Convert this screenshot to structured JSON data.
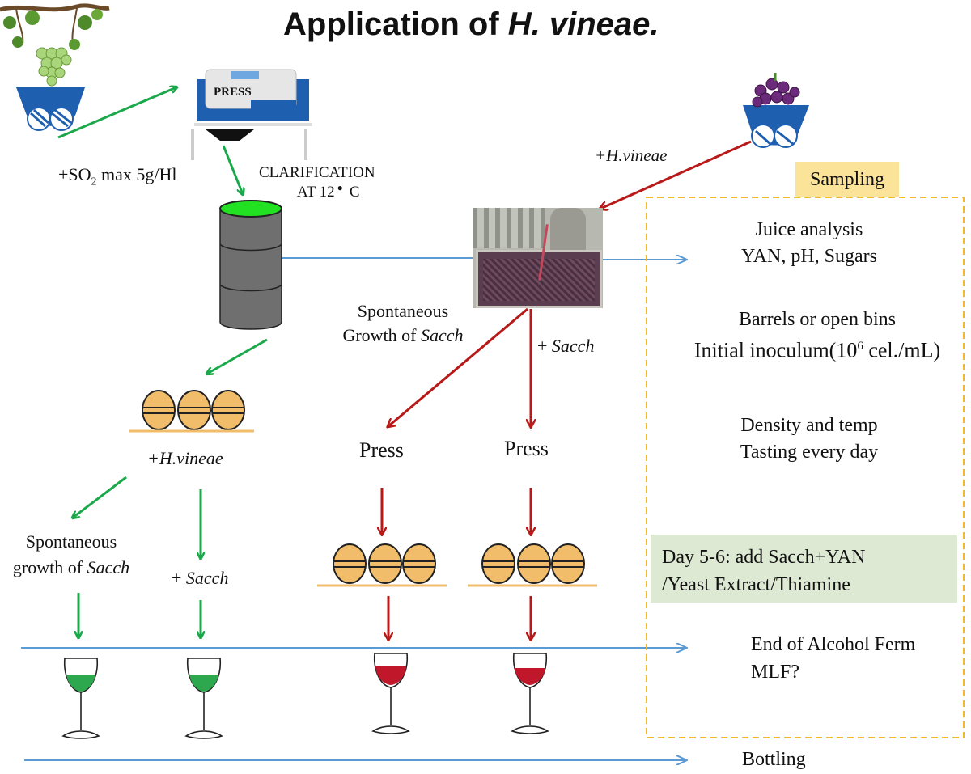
{
  "title": {
    "prefix": "Application of ",
    "italic": "H. vineae."
  },
  "press_machine": {
    "label": "PRESS"
  },
  "so2": {
    "prefix": "+SO",
    "sub": "2",
    "suffix": " max 5g/Hl"
  },
  "clarification": {
    "line1": "CLARIFICATION",
    "line2_prefix": "AT 12",
    "line2_suffix": "C"
  },
  "red_inoculation": "+H.vineae",
  "white_inoculation": "+H.vineae",
  "red_branches": {
    "spontaneous": {
      "line1": "Spontaneous",
      "line2_prefix": "Growth of ",
      "line2_italic": "Sacch"
    },
    "inoculated": {
      "prefix": "+ ",
      "italic": "Sacch"
    },
    "press_left": "Press",
    "press_right": "Press"
  },
  "white_branches": {
    "spontaneous": {
      "line1": "Spontaneous",
      "line2_prefix": "growth of ",
      "line2_italic": "Sacch"
    },
    "inoculated": {
      "prefix": "+ ",
      "italic": "Sacch"
    }
  },
  "sampling": {
    "badge": "Sampling",
    "juice_analysis": {
      "line1": "Juice analysis",
      "line2": "YAN, pH, Sugars"
    },
    "barrels": {
      "line1": "Barrels or open bins",
      "line2_prefix": "Initial inoculum(10",
      "line2_sup": "6",
      "line2_suffix": " cel./mL)"
    },
    "density": {
      "line1": "Density and temp",
      "line2": "Tasting every day"
    },
    "day56": {
      "line1": "Day 5-6: add Sacch+YAN",
      "line2": "/Yeast Extract/Thiamine"
    },
    "end": {
      "line1": "End of Alcohol Ferm",
      "line2": "MLF?"
    },
    "bottling": "Bottling"
  },
  "colors": {
    "green_arrow": "#1aa84a",
    "red_arrow": "#b81a1a",
    "blue_line": "#5b9bd5",
    "dashed_box": "#f2b92b",
    "barrel": "#f2bd6b",
    "white_wine": "#2ea84f",
    "red_wine": "#c0182a",
    "grape_white": "#a9d67a",
    "grape_red": "#6b2a7a",
    "hopper": "#1f5fb0"
  },
  "icons": [
    "white-grape-vine-icon",
    "press-icon",
    "green-tank-icon",
    "red-grape-hopper-icon",
    "barrel-row-icon",
    "wine-glass-icon"
  ]
}
